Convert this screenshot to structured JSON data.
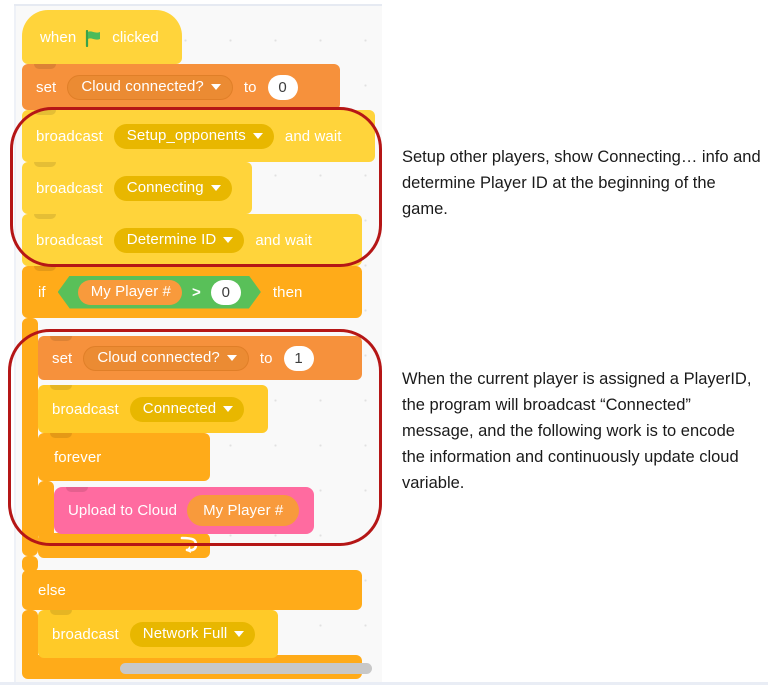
{
  "app": {
    "editor": "scratch-block-editor",
    "canvas_label": "script canvas"
  },
  "colors": {
    "events": "#ffd43b",
    "events_field": "#e8b700",
    "data": "#f6913c",
    "data_field": "#eb8b33",
    "control": "#ffab19",
    "operator": "#59c059",
    "variable": "#f89a3c",
    "custom_block": "#ff6ba0",
    "annotation_outline": "#b51616",
    "canvas_bg": "#f9f9f9"
  },
  "script": {
    "hat": {
      "when_label": "when",
      "flag_icon": "green-flag-icon",
      "clicked_label": "clicked"
    },
    "set_cloud_0": {
      "set_label": "set",
      "variable": "Cloud connected?",
      "to_label": "to",
      "value": "0"
    },
    "broadcast_setup": {
      "broadcast_label": "broadcast",
      "message": "Setup_opponents",
      "and_wait_label": "and wait"
    },
    "broadcast_connecting": {
      "broadcast_label": "broadcast",
      "message": "Connecting"
    },
    "broadcast_determine_id": {
      "broadcast_label": "broadcast",
      "message": "Determine ID",
      "and_wait_label": "and wait"
    },
    "if_block": {
      "if_label": "if",
      "then_label": "then",
      "else_label": "else",
      "condition": {
        "left_operand": "My Player #",
        "operator": ">",
        "right_operand": "0"
      }
    },
    "set_cloud_1": {
      "set_label": "set",
      "variable": "Cloud connected?",
      "to_label": "to",
      "value": "1"
    },
    "broadcast_connected": {
      "broadcast_label": "broadcast",
      "message": "Connected"
    },
    "forever_block": {
      "forever_label": "forever",
      "loop_arrow_icon": "loop-arrow-icon"
    },
    "upload_block": {
      "label": "Upload to Cloud",
      "argument": "My Player #"
    },
    "broadcast_network_full": {
      "broadcast_label": "broadcast",
      "message": "Network Full"
    }
  },
  "annotations": [
    {
      "id": "annotation-setup",
      "text": "Setup other players, show Connecting… info and determine Player ID at the beginning of the game."
    },
    {
      "id": "annotation-connected",
      "text": "When the current player is assigned a PlayerID, the program will broadcast “Connected” message, and the following work is to encode the information and continuously update cloud variable."
    }
  ]
}
